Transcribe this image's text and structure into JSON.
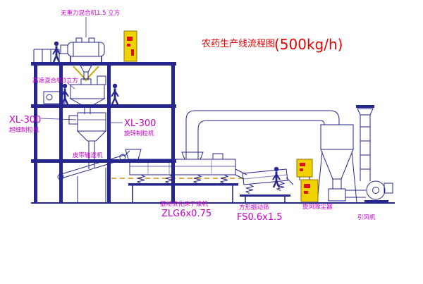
{
  "title": {
    "text": "农药生产线流程图",
    "capacity": "(500kg/h)"
  },
  "equipment_labels": {
    "mixer1": "无重力混合机1.5 立方",
    "mixer2": "高速混合机3立方",
    "granulator_left": {
      "model": "XL-300",
      "name": "超细制粒机"
    },
    "granulator_right": {
      "model": "XL-300",
      "name": "旋转制粒机"
    },
    "belt_conveyor": "皮带输送机",
    "dryer": {
      "name": "振动流化床干燥机",
      "model": "ZLG6x0.75"
    },
    "sieve": {
      "name": "方形振动筛",
      "model": "FS0.6x1.5"
    },
    "cyclone": "旋风除尘器",
    "fan": "引风机"
  },
  "colors": {
    "line": "#26268f",
    "label_magenta": "#cc00cc",
    "title_red": "#e60000",
    "panel_yellow": "#f0d200",
    "panel_mark_red": "#dd1111",
    "dashed_orange": "#d49000"
  }
}
